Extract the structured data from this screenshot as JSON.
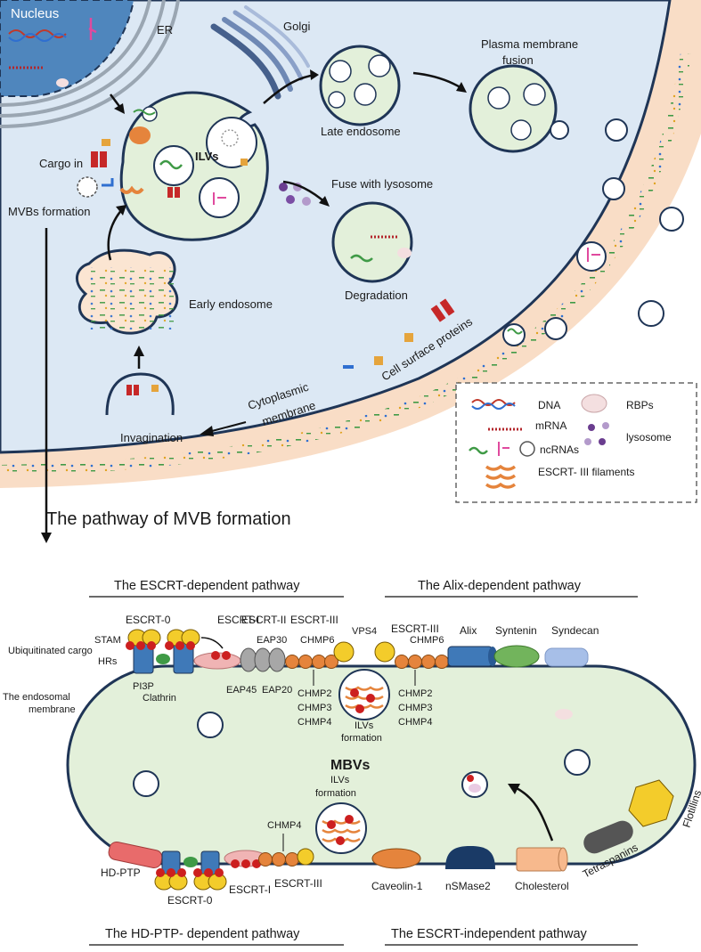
{
  "top": {
    "nucleus": "Nucleus",
    "er": "ER",
    "golgi": "Golgi",
    "cargo_in": "Cargo in",
    "mvbs_formation": "MVBs formation",
    "ilvs": "ILVs",
    "late_endosome": "Late endosome",
    "plasma_membrane_fusion_1": "Plasma membrane",
    "plasma_membrane_fusion_2": "fusion",
    "fuse_with_lysosome": "Fuse with lysosome",
    "degradation": "Degradation",
    "early_endosome": "Early endosome",
    "cell_surface_proteins": "Cell surface proteins",
    "cytoplasmic_membrane_1": "Cytoplasmic",
    "cytoplasmic_membrane_2": "membrane",
    "invagination": "Invagination"
  },
  "legend": {
    "dna": "DNA",
    "mrna": "mRNA",
    "ncrnas": "ncRNAs",
    "rbps": "RBPs",
    "lysosome": "lysosome",
    "escrt_filaments": "ESCRT- III filaments"
  },
  "section_title": "The pathway of MVB formation",
  "bottom": {
    "escrt_dependent": "The ESCRT-dependent pathway",
    "alix_dependent": "The Alix-dependent pathway",
    "hdptp_dependent": "The HD-PTP-   dependent pathway",
    "escrt_independent": "The ESCRT-independent pathway",
    "escrt0": "ESCRT-0",
    "escrt1": "ESCRT-I",
    "escrt2": "ESCRT-II",
    "escrt3": "ESCRT-III",
    "stam": "STAM",
    "ubiquitinated_cargo": "Ubiquitinated cargo",
    "hrs": "HRs",
    "pi3p": "PI3P",
    "clathrin": "Clathrin",
    "eap30": "EAP30",
    "eap45": "EAP45",
    "eap20": "EAP20",
    "chmp6": "CHMP6",
    "chmp2": "CHMP2",
    "chmp3": "CHMP3",
    "chmp4": "CHMP4",
    "vps4": "VPS4",
    "ilvs_formation_1": "ILVs",
    "ilvs_formation_2": "formation",
    "alix": "Alix",
    "syntenin": "Syntenin",
    "syndecan": "Syndecan",
    "endosomal_membrane_1": "The endosomal",
    "endosomal_membrane_2": "membrane",
    "mbvs": "MBVs",
    "hdptp": "HD-PTP",
    "caveolin": "Caveolin-1",
    "nsmase2": "nSMase2",
    "cholesterol": "Cholesterol",
    "tetraspanins": "Tetraspanins",
    "flotillins": "Flotillins"
  },
  "colors": {
    "cytoplasm": "#dce8f4",
    "membrane_band": "#f9ddc6",
    "membrane_line": "#1f3556",
    "vesicle_fill": "#e3f0da",
    "nucleus": "#4f86bd",
    "escrt_orange": "#e5843c",
    "red_dot": "#cc1f1f"
  }
}
